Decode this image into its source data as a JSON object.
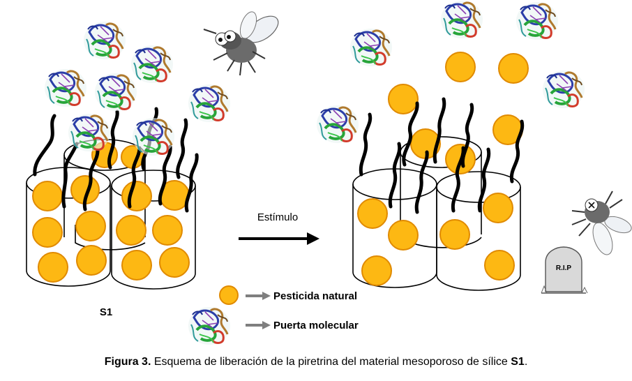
{
  "diagram": {
    "label_s1": "S1",
    "arrow_label": "Estímulo",
    "legend": {
      "pesticide": "Pesticida natural",
      "gate": "Puerta molecular"
    },
    "tombstone_text": "R.I.P"
  },
  "caption": {
    "prefix": "Figura 3.",
    "text": " Esquema de liberación de la piretrina del material mesoporoso de sílice ",
    "ref": "S1",
    "suffix": "."
  },
  "colors": {
    "pesticide_fill": "#FDB813",
    "pesticide_stroke": "#E08A00",
    "arrow": "#000000",
    "legend_arrow": "#7F7F7F"
  },
  "icons": [
    "protein-gate-icon",
    "fly-icon",
    "dead-fly-icon",
    "tombstone-icon"
  ]
}
